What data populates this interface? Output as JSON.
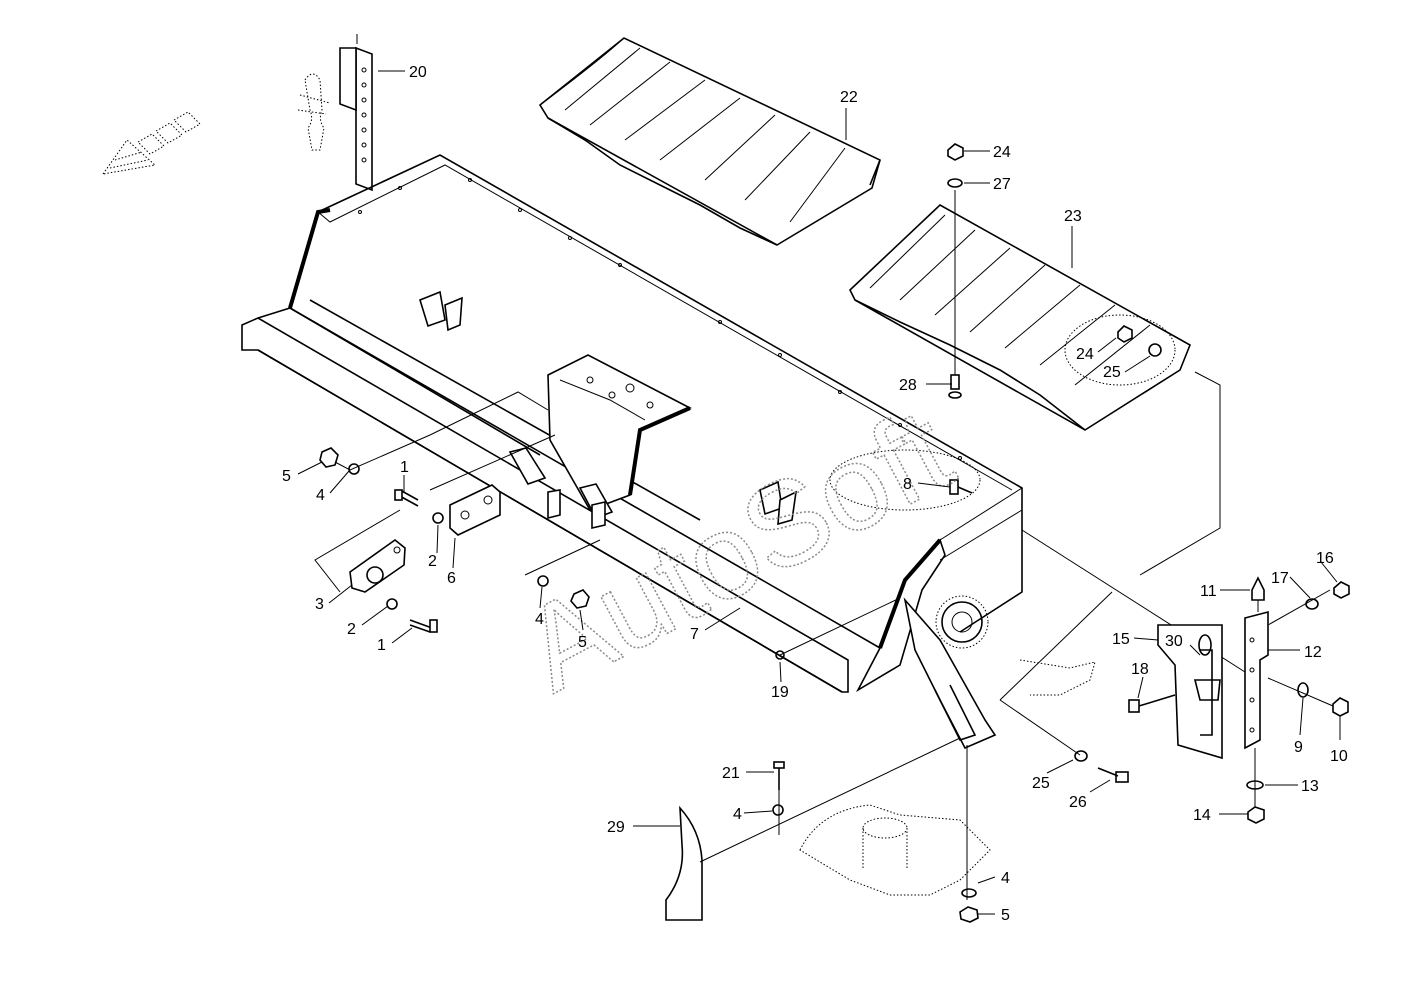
{
  "watermark": "AutoSoft",
  "callouts": [
    {
      "id": "c1a",
      "text": "1"
    },
    {
      "id": "c1b",
      "text": "1"
    },
    {
      "id": "c2a",
      "text": "2"
    },
    {
      "id": "c2b",
      "text": "2"
    },
    {
      "id": "c3",
      "text": "3"
    },
    {
      "id": "c4a",
      "text": "4"
    },
    {
      "id": "c4b",
      "text": "4"
    },
    {
      "id": "c4c",
      "text": "4"
    },
    {
      "id": "c4d",
      "text": "4"
    },
    {
      "id": "c5a",
      "text": "5"
    },
    {
      "id": "c5b",
      "text": "5"
    },
    {
      "id": "c5c",
      "text": "5"
    },
    {
      "id": "c6",
      "text": "6"
    },
    {
      "id": "c7",
      "text": "7"
    },
    {
      "id": "c8",
      "text": "8"
    },
    {
      "id": "c9",
      "text": "9"
    },
    {
      "id": "c10",
      "text": "10"
    },
    {
      "id": "c11",
      "text": "11"
    },
    {
      "id": "c12",
      "text": "12"
    },
    {
      "id": "c13",
      "text": "13"
    },
    {
      "id": "c14",
      "text": "14"
    },
    {
      "id": "c15",
      "text": "15"
    },
    {
      "id": "c16",
      "text": "16"
    },
    {
      "id": "c17",
      "text": "17"
    },
    {
      "id": "c18",
      "text": "18"
    },
    {
      "id": "c19",
      "text": "19"
    },
    {
      "id": "c20",
      "text": "20"
    },
    {
      "id": "c21",
      "text": "21"
    },
    {
      "id": "c22",
      "text": "22"
    },
    {
      "id": "c23",
      "text": "23"
    },
    {
      "id": "c24a",
      "text": "24"
    },
    {
      "id": "c24b",
      "text": "24"
    },
    {
      "id": "c25a",
      "text": "25"
    },
    {
      "id": "c25b",
      "text": "25"
    },
    {
      "id": "c26",
      "text": "26"
    },
    {
      "id": "c27",
      "text": "27"
    },
    {
      "id": "c28",
      "text": "28"
    },
    {
      "id": "c29",
      "text": "29"
    },
    {
      "id": "c30",
      "text": "30"
    }
  ]
}
